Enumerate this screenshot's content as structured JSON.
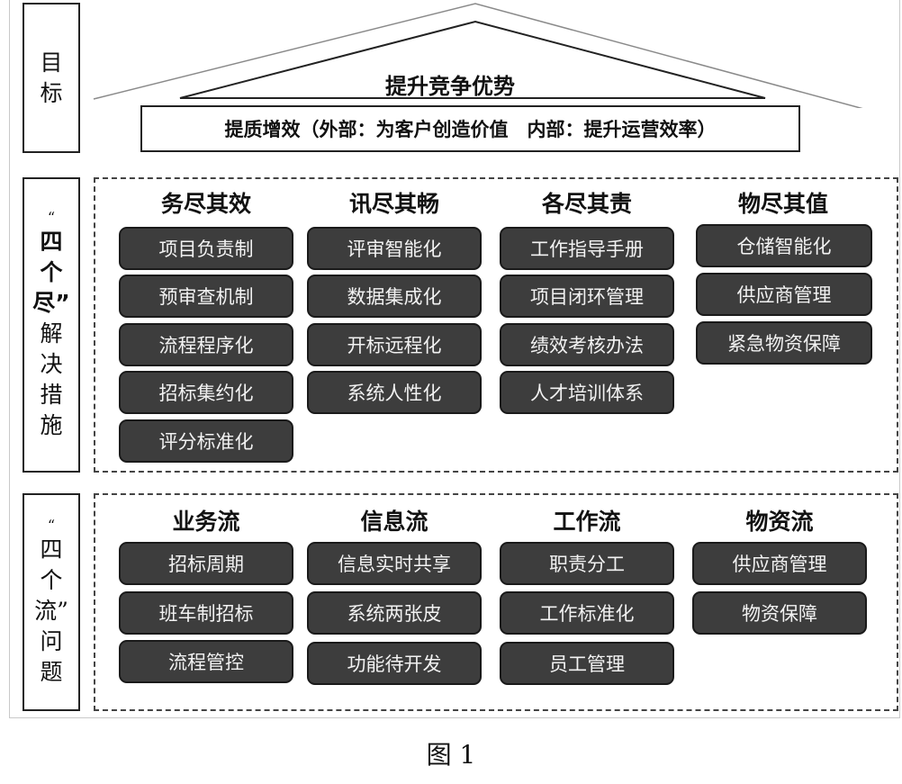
{
  "goal": {
    "side_label": [
      "目",
      "标"
    ],
    "title": "提升竞争优势",
    "subtitle": "提质增效（外部：为客户创造价值　内部：提升运营效率）"
  },
  "measures": {
    "side_label": {
      "open_quote": "“",
      "chars": [
        "四",
        "个",
        "尽”",
        "解",
        "决",
        "措",
        "施"
      ]
    },
    "columns": [
      {
        "title": "务尽其效",
        "items": [
          "项目负责制",
          "预审查机制",
          "流程程序化",
          "招标集约化",
          "评分标准化"
        ]
      },
      {
        "title": "讯尽其畅",
        "items": [
          "评审智能化",
          "数据集成化",
          "开标远程化",
          "系统人性化"
        ]
      },
      {
        "title": "各尽其责",
        "items": [
          "工作指导手册",
          "项目闭环管理",
          "绩效考核办法",
          "人才培训体系"
        ]
      },
      {
        "title": "物尽其值",
        "items": [
          "仓储智能化",
          "供应商管理",
          "紧急物资保障"
        ]
      }
    ]
  },
  "problems": {
    "side_label": {
      "open_quote": "“",
      "chars": [
        "四",
        "个",
        "流”",
        "问",
        "题"
      ]
    },
    "columns": [
      {
        "title": "业务流",
        "items": [
          "招标周期",
          "班车制招标",
          "流程管控"
        ]
      },
      {
        "title": "信息流",
        "items": [
          "信息实时共享",
          "系统两张皮",
          "功能待开发"
        ]
      },
      {
        "title": "工作流",
        "items": [
          "职责分工",
          "工作标准化",
          "员工管理"
        ]
      },
      {
        "title": "物资流",
        "items": [
          "供应商管理",
          "物资保障"
        ]
      }
    ]
  },
  "caption": "图 1"
}
